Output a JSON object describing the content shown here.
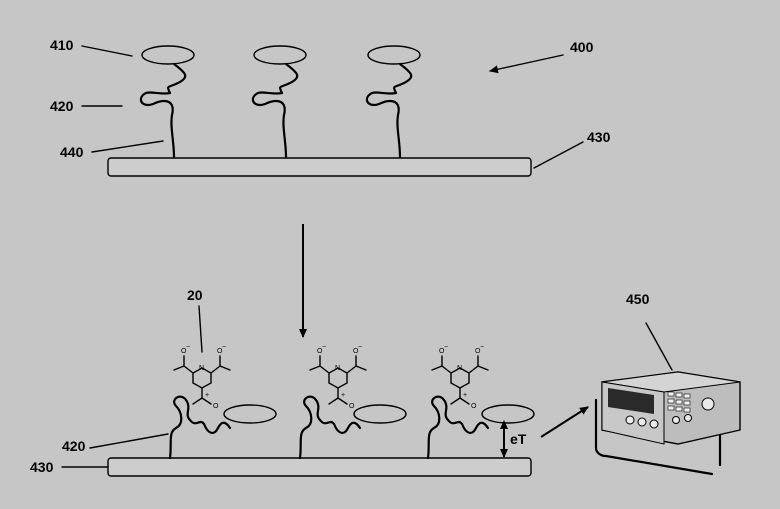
{
  "labels": {
    "ref_410": "410",
    "ref_420_top": "420",
    "ref_440": "440",
    "ref_400": "400",
    "ref_430_top": "430",
    "ref_20": "20",
    "ref_420_bottom": "420",
    "ref_430_bottom": "430",
    "ref_450": "450",
    "electron_transfer": "eT"
  },
  "molecule": {
    "atom_n": "N",
    "atom_o": "O",
    "superscript_minus": "−",
    "superscript_plus": "+"
  },
  "colors": {
    "background": "#c6c6c6",
    "ink": "#000000",
    "device_body": "#bdbdbd",
    "device_display": "#2a2a2a"
  },
  "icons": {
    "instrument": "electrochemical-analyzer-icon",
    "arrow": "arrow-icon"
  }
}
